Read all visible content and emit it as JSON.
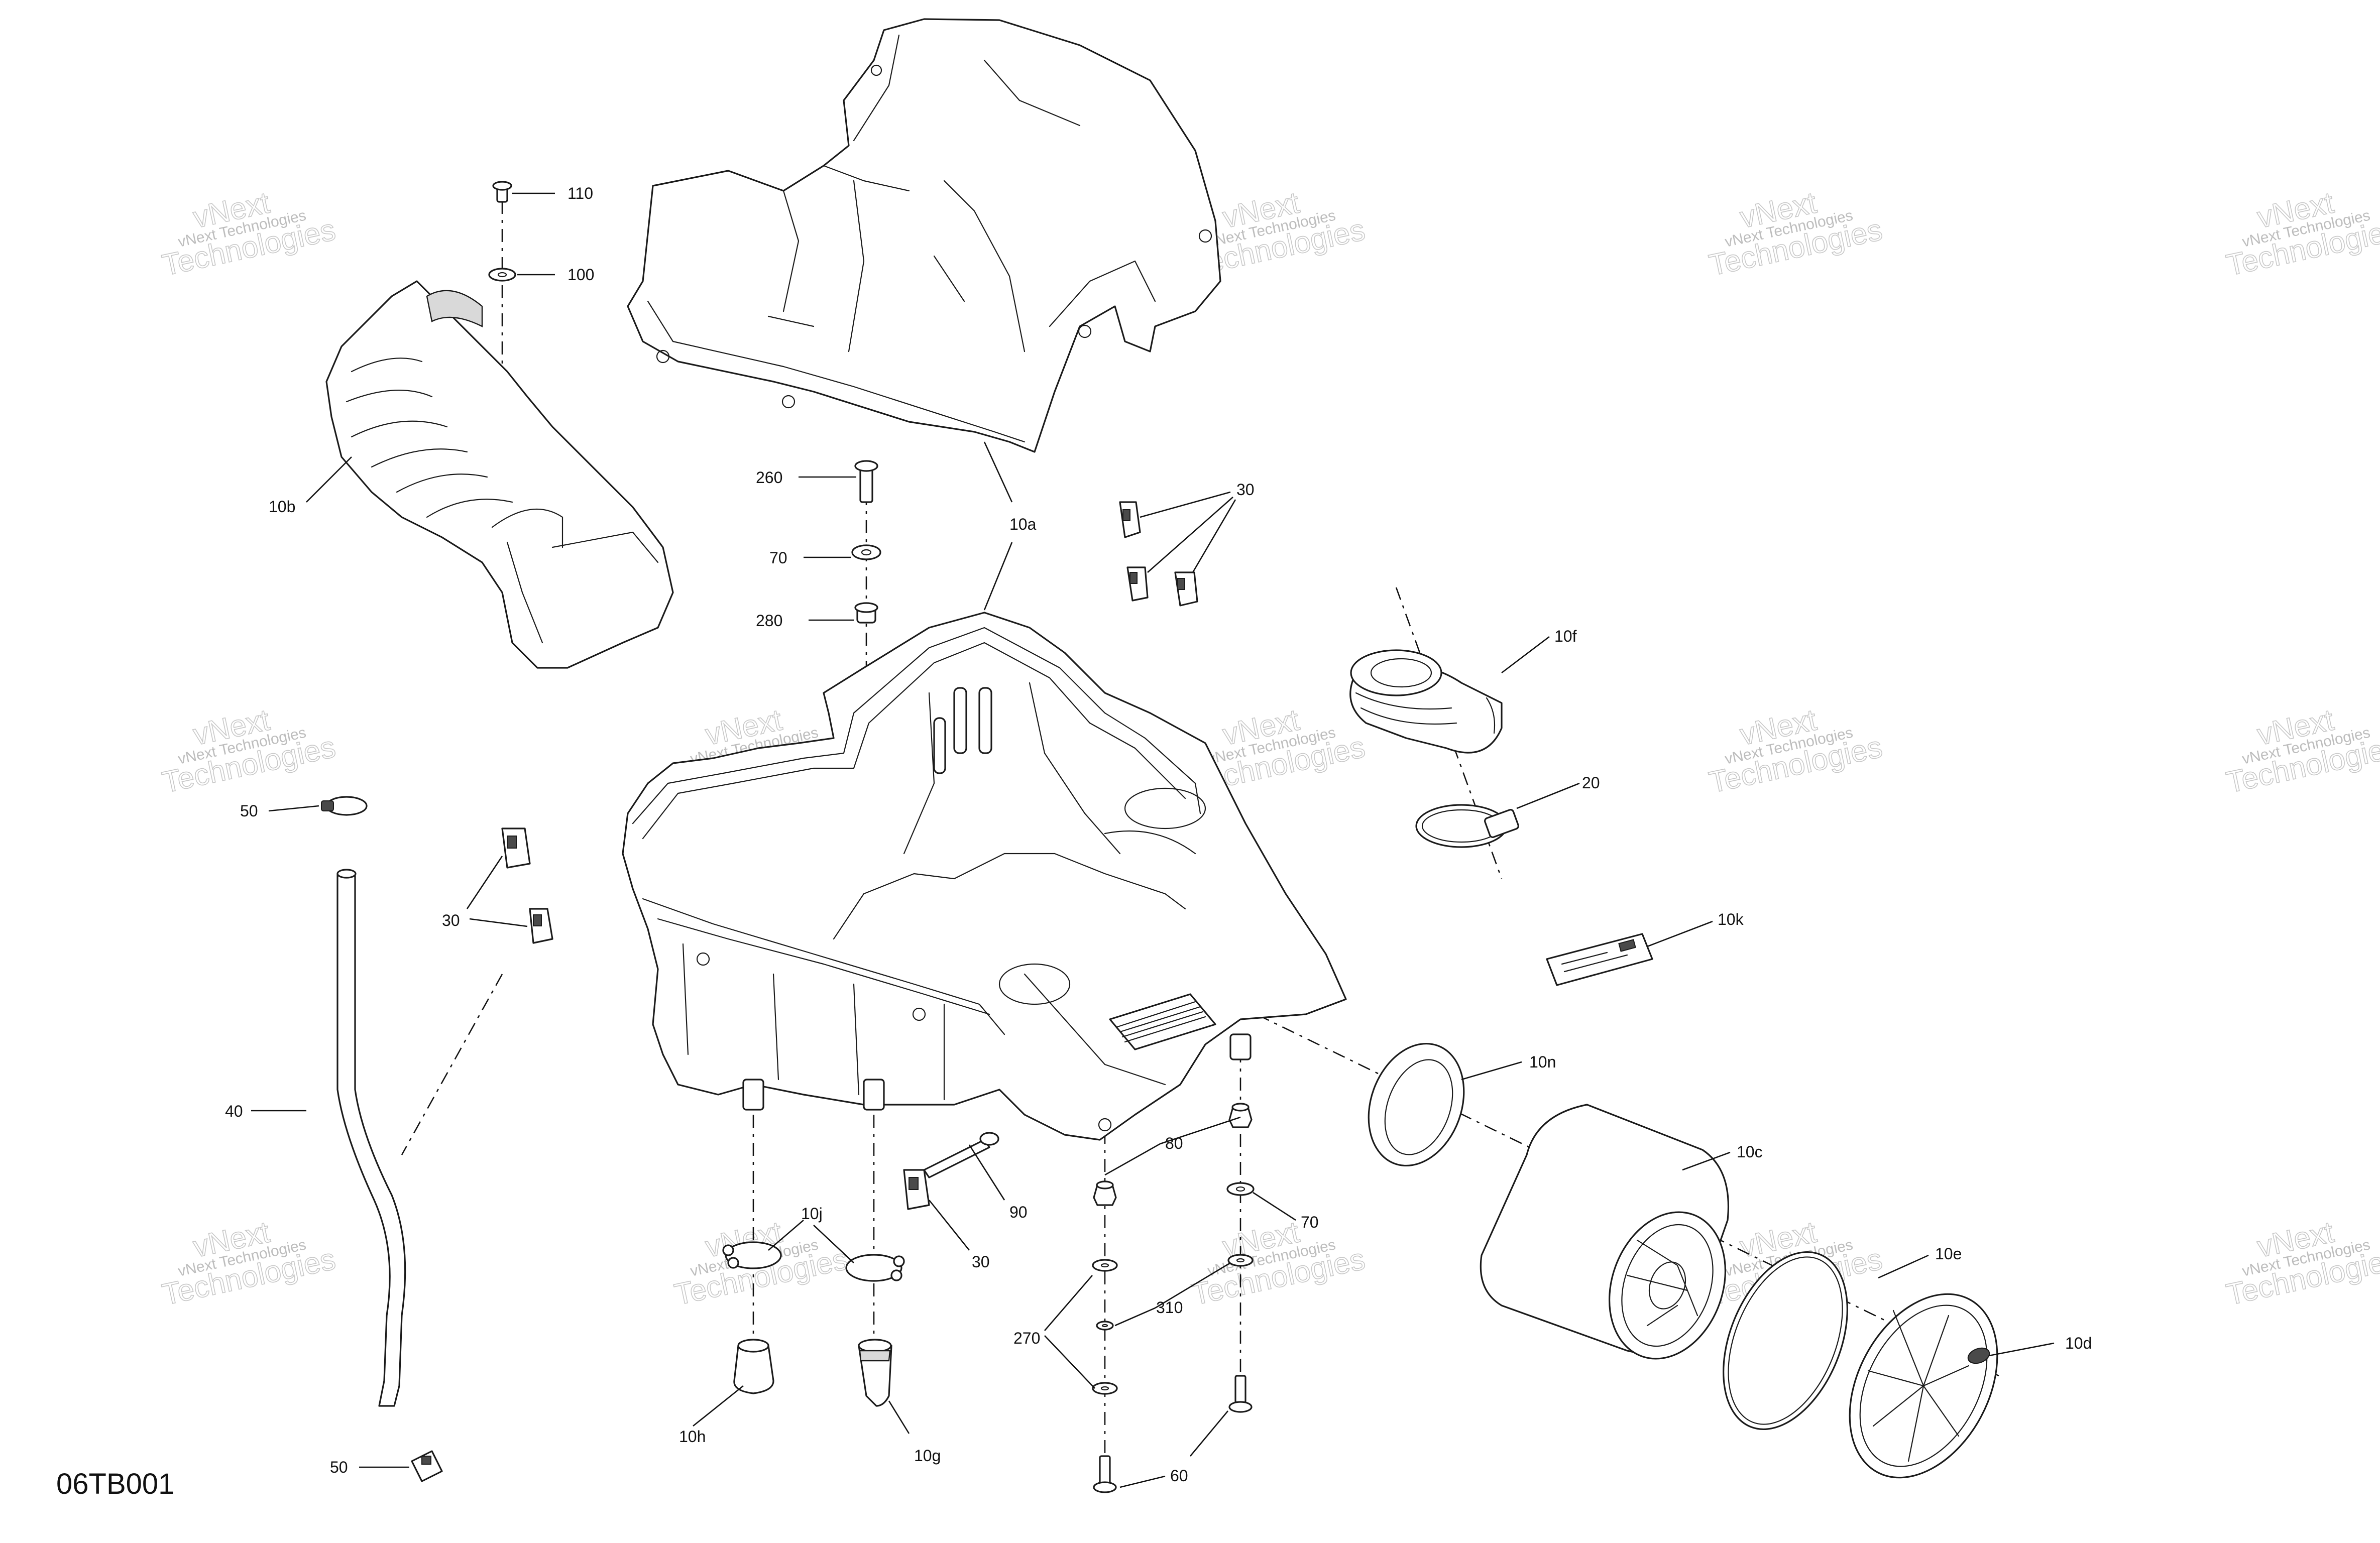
{
  "figure_code": "06TB001",
  "watermark": {
    "line1": "vNext",
    "line2": "Technologies",
    "small": "vNext Technologies"
  },
  "callouts": {
    "c110": "110",
    "c100": "100",
    "c10b": "10b",
    "c260": "260",
    "c70a": "70",
    "c280": "280",
    "c10a": "10a",
    "c30a": "30",
    "c10f": "10f",
    "c20": "20",
    "c10k": "10k",
    "c50a": "50",
    "c30b": "30",
    "c40": "40",
    "c10n": "10n",
    "c10c": "10c",
    "c80": "80",
    "c90": "90",
    "c70b": "70",
    "c10j": "10j",
    "c30c": "30",
    "c10e": "10e",
    "c270": "270",
    "c310": "310",
    "c10d": "10d",
    "c10h": "10h",
    "c10g": "10g",
    "c60": "60",
    "c50b": "50"
  }
}
